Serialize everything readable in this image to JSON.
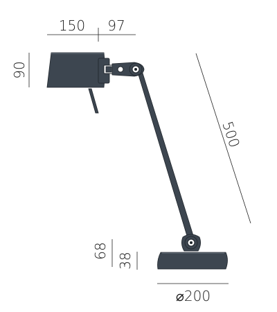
{
  "dimensions": {
    "shade_width": "150",
    "arm_offset": "97",
    "shade_height": "90",
    "arm_length": "500",
    "joint_height": "68",
    "base_height": "38",
    "base_diameter_symbol": "⌀",
    "base_diameter": "200"
  },
  "colors": {
    "lamp_body": "#3d4650",
    "lines": "#222222"
  }
}
